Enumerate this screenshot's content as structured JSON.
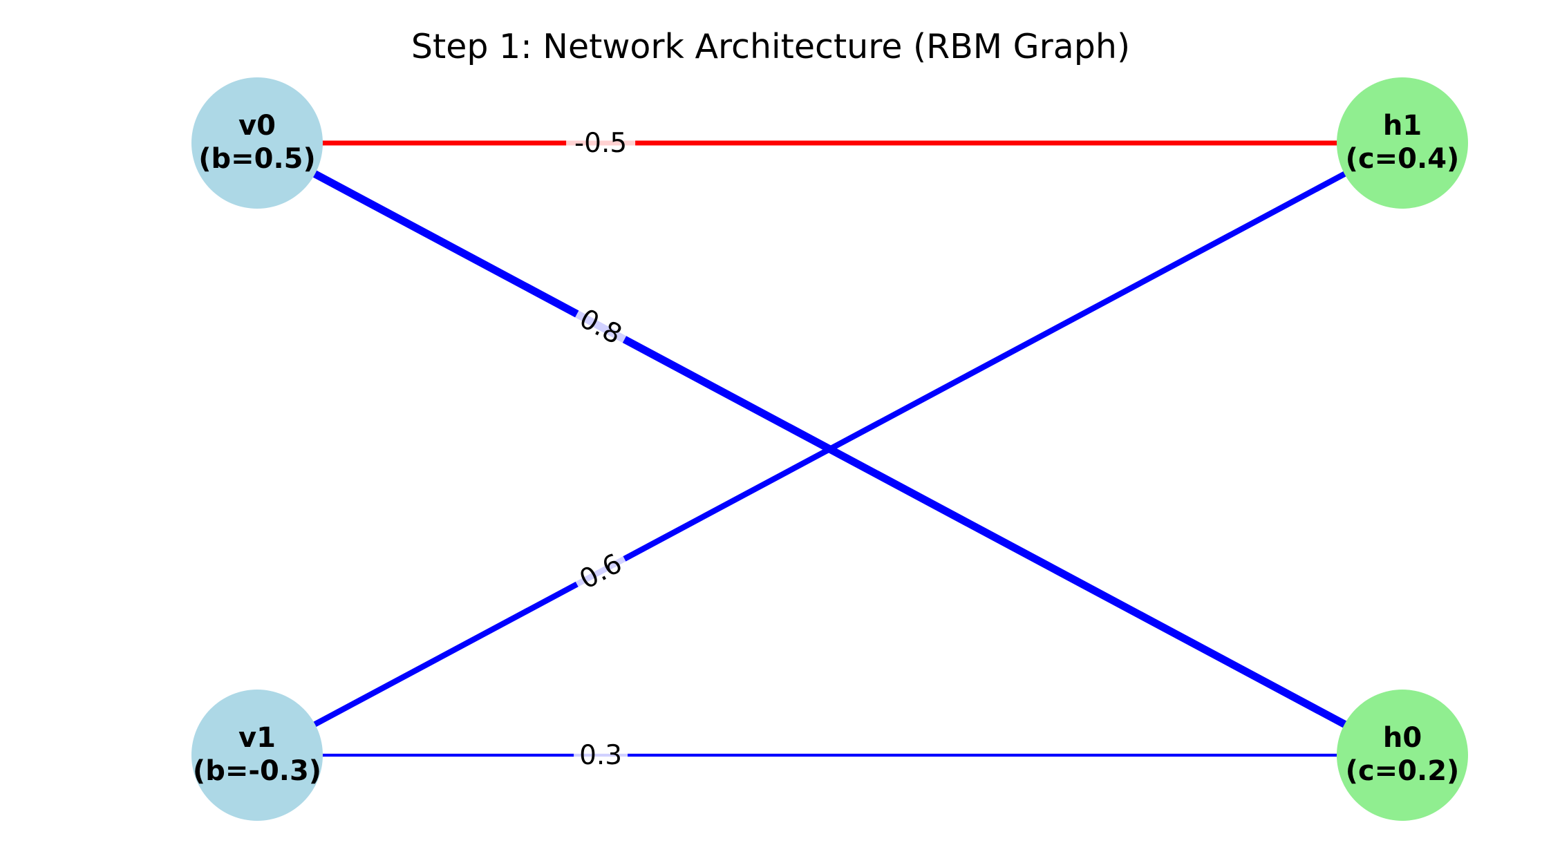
{
  "title": "Step 1: Network Architecture (RBM Graph)",
  "colors": {
    "visible_node": "#add8e6",
    "hidden_node": "#90ee90",
    "positive_edge": "#0000ff",
    "negative_edge": "#ff0000",
    "background": "#ffffff"
  },
  "nodes": [
    {
      "id": "v0",
      "name": "v0",
      "bias_label": "(b=0.5)",
      "layer": "visible",
      "bias": 0.5
    },
    {
      "id": "v1",
      "name": "v1",
      "bias_label": "(b=-0.3)",
      "layer": "visible",
      "bias": -0.3
    },
    {
      "id": "h1",
      "name": "h1",
      "bias_label": "(c=0.4)",
      "layer": "hidden",
      "bias": 0.4
    },
    {
      "id": "h0",
      "name": "h0",
      "bias_label": "(c=0.2)",
      "layer": "hidden",
      "bias": 0.2
    }
  ],
  "edges": [
    {
      "source": "v0",
      "target": "h1",
      "weight": -0.5,
      "label": "-0.5"
    },
    {
      "source": "v0",
      "target": "h0",
      "weight": 0.8,
      "label": "0.8"
    },
    {
      "source": "v1",
      "target": "h1",
      "weight": 0.6,
      "label": "0.6"
    },
    {
      "source": "v1",
      "target": "h0",
      "weight": 0.3,
      "label": "0.3"
    }
  ]
}
